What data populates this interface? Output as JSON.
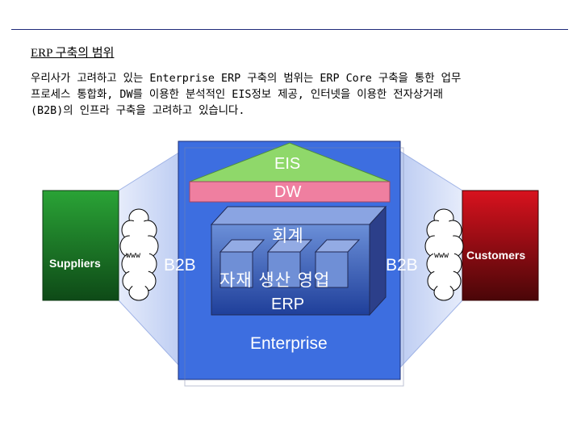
{
  "title": "ERP 구축의 범위",
  "description": [
    "우리사가 고려하고 있는 Enterprise ERP 구축의 범위는 ERP Core 구축을 통한 업무",
    "프로세스 통합화, DW를 이용한 분석적인 EIS정보 제공, 인터넷을 이용한 전자상거래",
    "(B2B)의 인프라 구축을  고려하고 있습니다."
  ],
  "diagram": {
    "eis": "EIS",
    "dw": "DW",
    "accounting": "회계",
    "modules": "자재 생산 영업",
    "erp": "ERP",
    "enterprise": "Enterprise",
    "b2b_left": "B2B",
    "b2b_right": "B2B",
    "suppliers": "Suppliers",
    "customers": "Customers",
    "www_left": "www",
    "www_right": "www"
  },
  "colors": {
    "enterprise_blue": "#3d6ee0",
    "eis_green": "#8fd86a",
    "dw_pink": "#ef7fa0",
    "suppliers_green": "#1f8a2a",
    "customers_red": "#b8101c",
    "title_rule": "#1f2a7a"
  }
}
